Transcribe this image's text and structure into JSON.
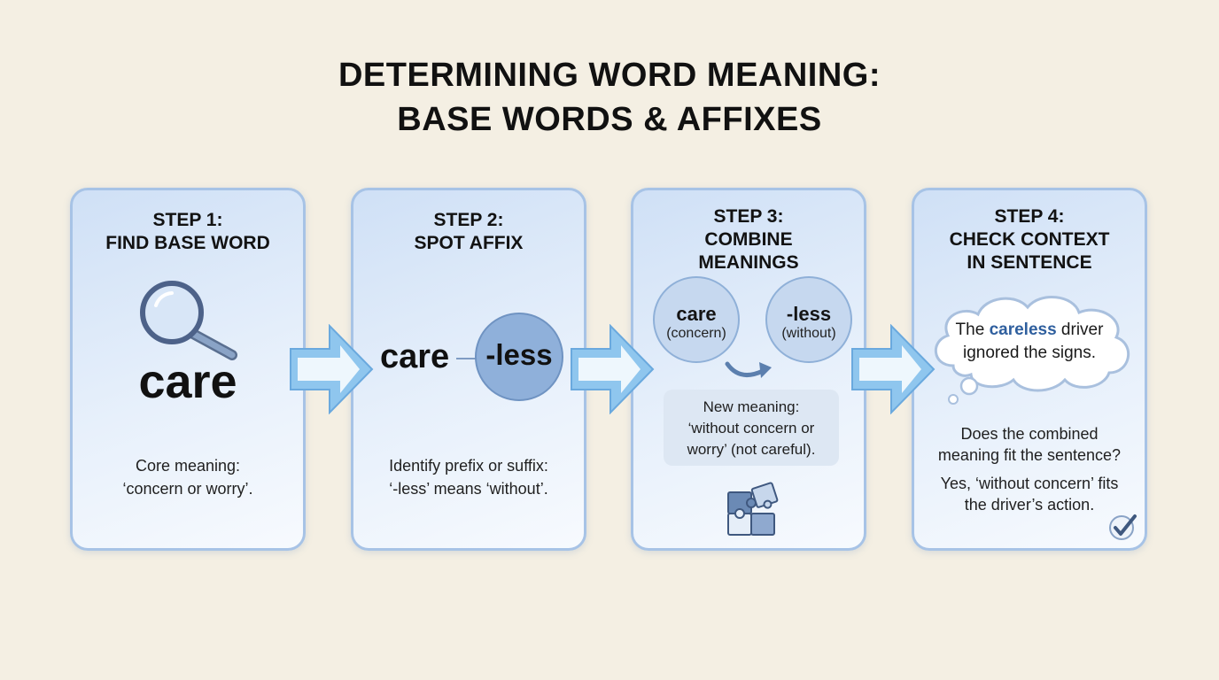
{
  "title": {
    "line1": "DETERMINING WORD MEANING:",
    "line2": "BASE WORDS & AFFIXES"
  },
  "steps": [
    {
      "head1": "STEP 1:",
      "head2": "FIND BASE WORD",
      "word": "care",
      "desc1": "Core meaning:",
      "desc2": "‘concern or worry’."
    },
    {
      "head1": "STEP 2:",
      "head2": "SPOT AFFIX",
      "base": "care",
      "affix": "-less",
      "desc1": "Identify prefix or suffix:",
      "desc2": "‘-less’ means ‘without’."
    },
    {
      "head1": "STEP 3:",
      "head2": "COMBINE",
      "head3": "MEANINGS",
      "bubble1_word": "care",
      "bubble1_gloss": "(concern)",
      "bubble2_word": "-less",
      "bubble2_gloss": "(without)",
      "box1": "New meaning:",
      "box2": "‘without concern or",
      "box3": "worry’ (not careful)."
    },
    {
      "head1": "STEP 4:",
      "head2": "CHECK CONTEXT",
      "head3": "IN SENTENCE",
      "sent_pre": "The ",
      "sent_key": "careless",
      "sent_post": " driver",
      "sent2": "ignored the signs.",
      "q1": "Does the combined",
      "q2": "meaning fit the sentence?",
      "a1": "Yes, ‘without concern’ fits",
      "a2": "the driver’s action."
    }
  ],
  "icons": [
    "magnifier-icon",
    "arrow-right-icon",
    "curved-arrow-icon",
    "puzzle-icon",
    "thought-cloud-icon",
    "checkmark-icon"
  ],
  "colors": {
    "card_border": "#a7c3e6",
    "bubble": "#c6d8ef",
    "affix_circle": "#8fb0da",
    "highlight": "#2f5f9e",
    "arrow": "#8fc6ee"
  }
}
